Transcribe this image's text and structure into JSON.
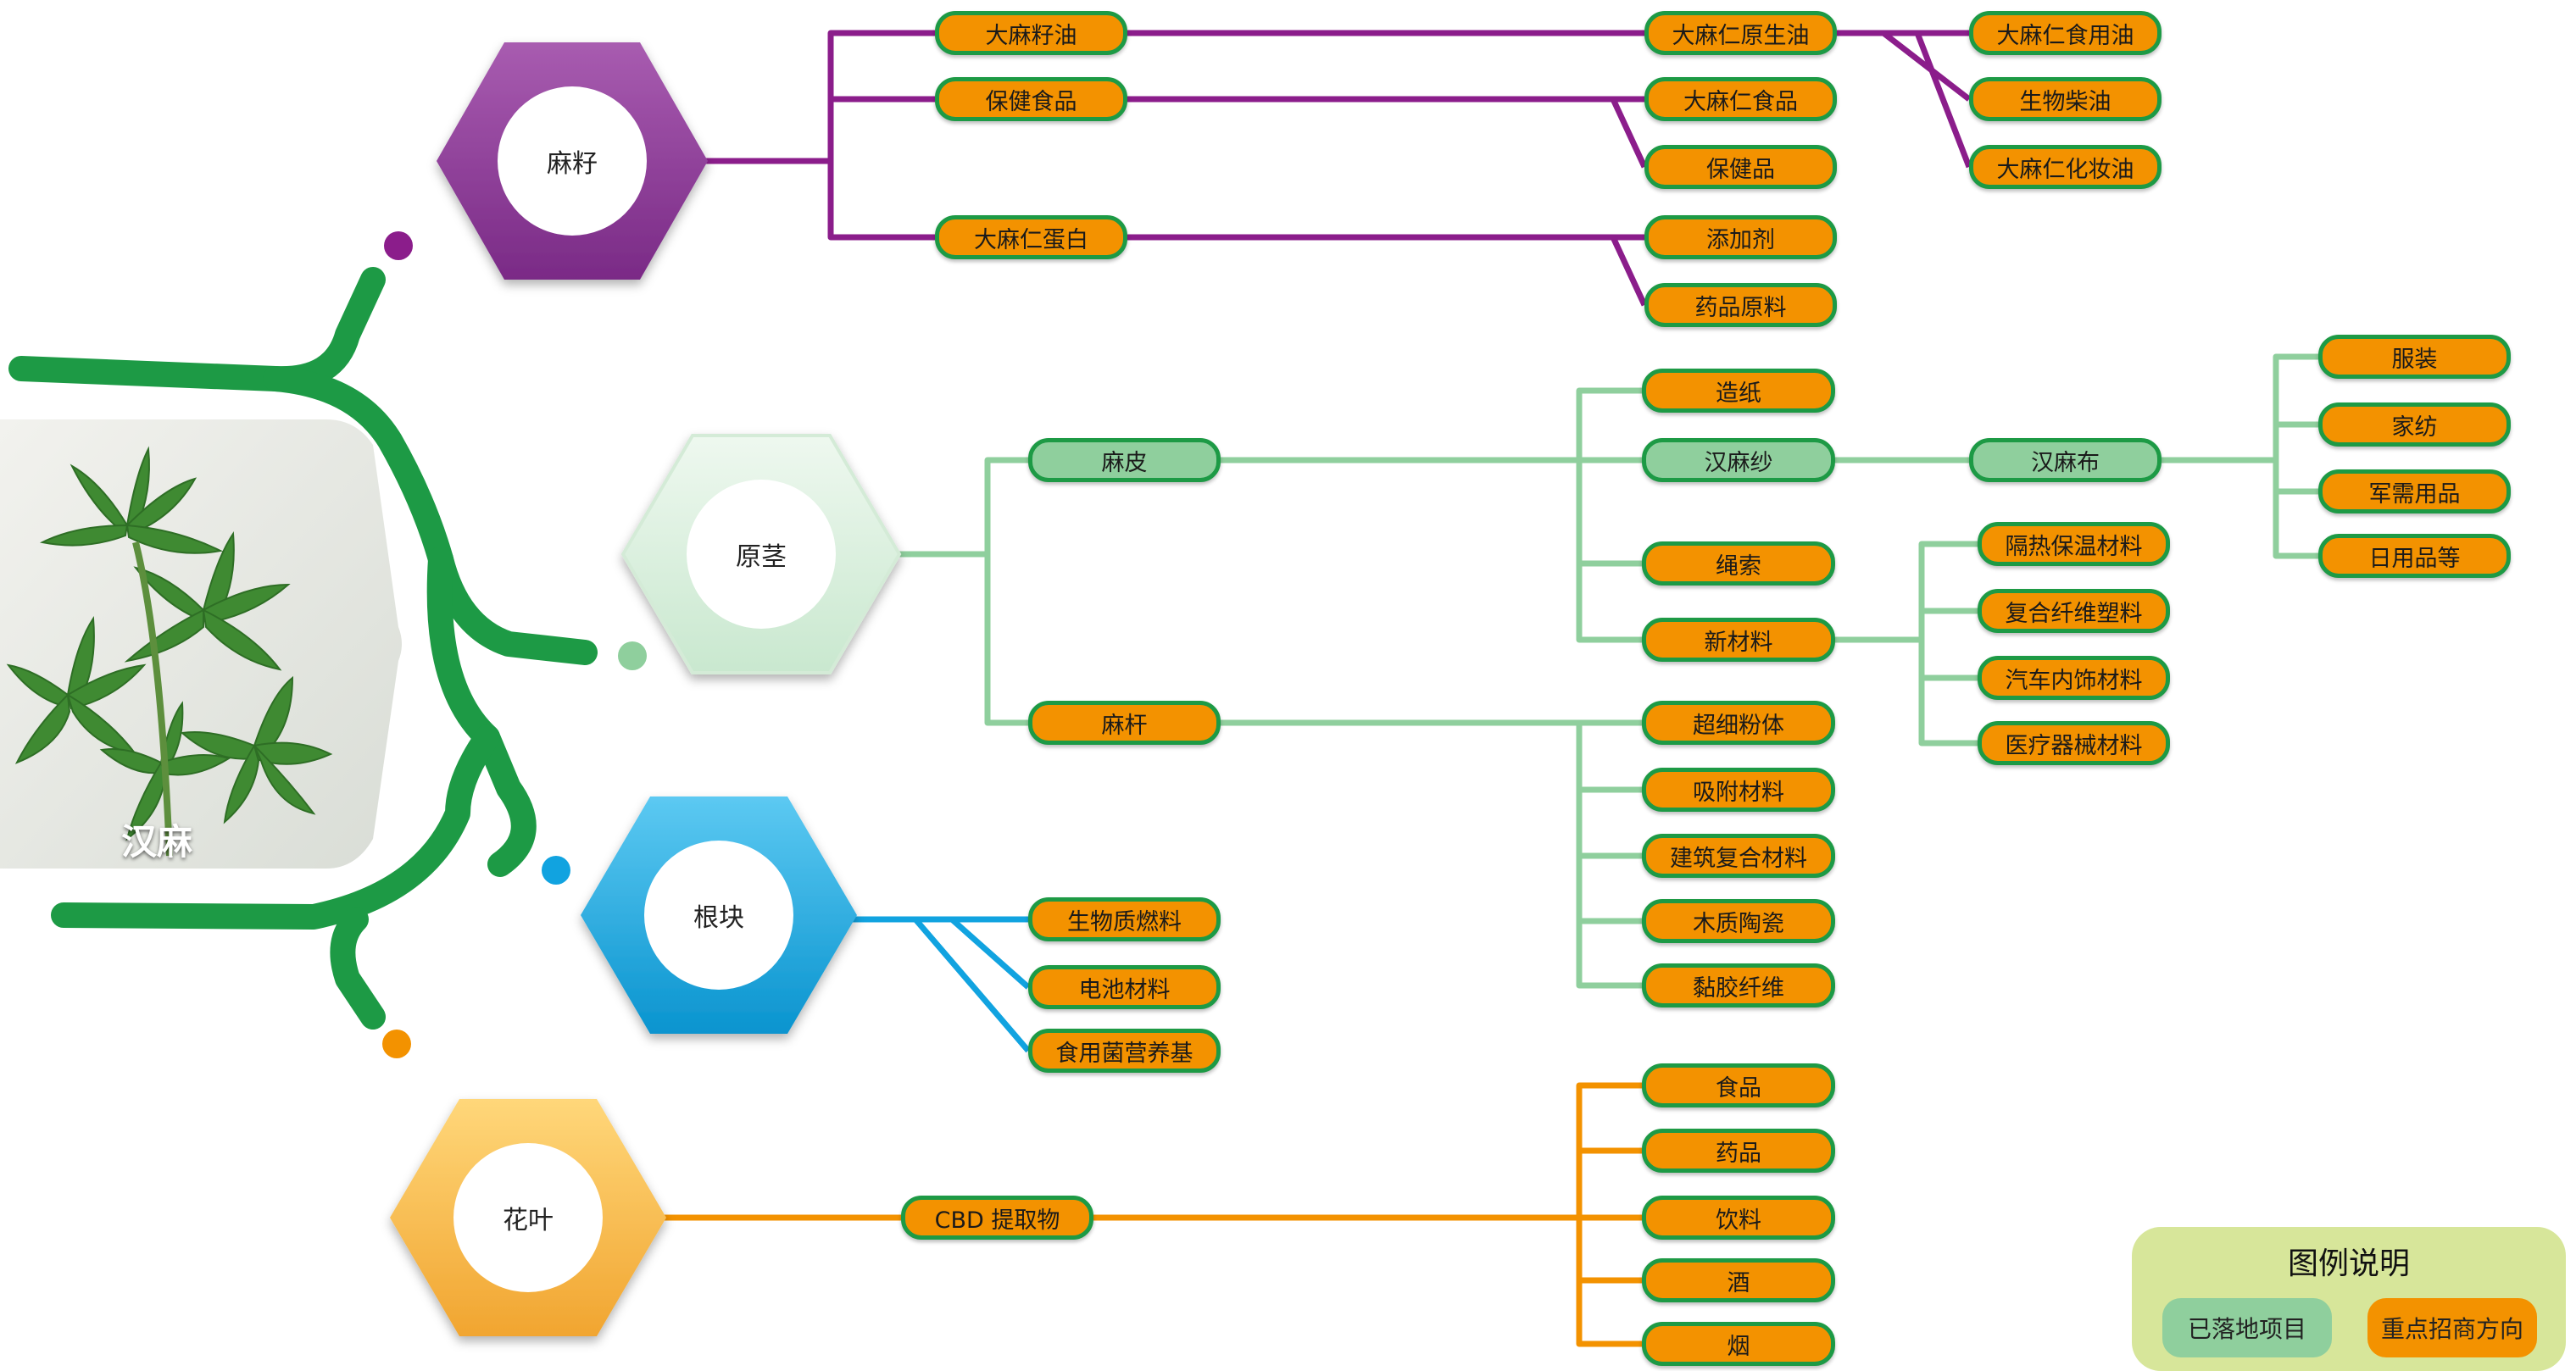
{
  "root": {
    "label": "汉麻"
  },
  "colors": {
    "seed": "#8b1d8b",
    "stem": "#8fcf9d",
    "root_part": "#11a3e0",
    "flower": "#f39200",
    "trunk": "#1d9a45",
    "box_fill": "#f39200",
    "box_border": "#1d9a45",
    "landed_fill": "#8fcf9d"
  },
  "parts": [
    {
      "label": "麻籽",
      "color": "#8b1d8b"
    },
    {
      "label": "原茎",
      "color": "#8fcf9d"
    },
    {
      "label": "根块",
      "color": "#11a3e0"
    },
    {
      "label": "花叶",
      "color": "#f39200"
    }
  ],
  "nodes": {
    "n1": {
      "label": "大麻籽油",
      "status": "focus"
    },
    "n2": {
      "label": "保健食品",
      "status": "focus"
    },
    "n3": {
      "label": "大麻仁蛋白",
      "status": "focus"
    },
    "n4": {
      "label": "大麻仁原生油",
      "status": "focus"
    },
    "n5": {
      "label": "大麻仁食品",
      "status": "focus"
    },
    "n6": {
      "label": "保健品",
      "status": "focus"
    },
    "n7": {
      "label": "添加剂",
      "status": "focus"
    },
    "n8": {
      "label": "药品原料",
      "status": "focus"
    },
    "n9": {
      "label": "大麻仁食用油",
      "status": "focus"
    },
    "n10": {
      "label": "生物柴油",
      "status": "focus"
    },
    "n11": {
      "label": "大麻仁化妆油",
      "status": "focus"
    },
    "n12": {
      "label": "麻皮",
      "status": "landed"
    },
    "n13": {
      "label": "麻杆",
      "status": "focus"
    },
    "n14": {
      "label": "造纸",
      "status": "focus"
    },
    "n15": {
      "label": "汉麻纱",
      "status": "landed"
    },
    "n16": {
      "label": "绳索",
      "status": "focus"
    },
    "n17": {
      "label": "新材料",
      "status": "focus"
    },
    "n18": {
      "label": "汉麻布",
      "status": "landed"
    },
    "n19": {
      "label": "服装",
      "status": "focus"
    },
    "n20": {
      "label": "家纺",
      "status": "focus"
    },
    "n21": {
      "label": "军需用品",
      "status": "focus"
    },
    "n22": {
      "label": "日用品等",
      "status": "focus"
    },
    "n23": {
      "label": "隔热保温材料",
      "status": "focus"
    },
    "n24": {
      "label": "复合纤维塑料",
      "status": "focus"
    },
    "n25": {
      "label": "汽车内饰材料",
      "status": "focus"
    },
    "n26": {
      "label": "医疗器械材料",
      "status": "focus"
    },
    "n27": {
      "label": "超细粉体",
      "status": "focus"
    },
    "n28": {
      "label": "吸附材料",
      "status": "focus"
    },
    "n29": {
      "label": "建筑复合材料",
      "status": "focus"
    },
    "n30": {
      "label": "木质陶瓷",
      "status": "focus"
    },
    "n31": {
      "label": "黏胶纤维",
      "status": "focus"
    },
    "n32": {
      "label": "生物质燃料",
      "status": "focus"
    },
    "n33": {
      "label": "电池材料",
      "status": "focus"
    },
    "n34": {
      "label": "食用菌营养基",
      "status": "focus"
    },
    "n35": {
      "label": "CBD 提取物",
      "status": "focus"
    },
    "n36": {
      "label": "食品",
      "status": "focus"
    },
    "n37": {
      "label": "药品",
      "status": "focus"
    },
    "n38": {
      "label": "饮料",
      "status": "focus"
    },
    "n39": {
      "label": "酒",
      "status": "focus"
    },
    "n40": {
      "label": "烟",
      "status": "focus"
    }
  },
  "legend": {
    "title": "图例说明",
    "landed_label": "已落地项目",
    "focus_label": "重点招商方向"
  }
}
